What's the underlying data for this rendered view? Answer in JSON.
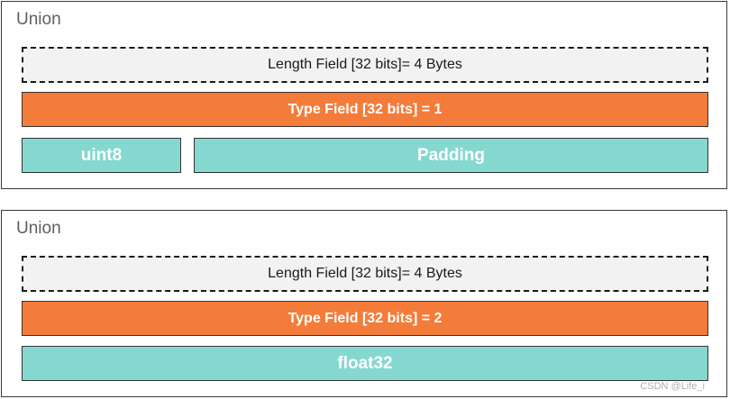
{
  "unions": [
    {
      "title": "Union",
      "length_field": "Length Field [32 bits]= 4 Bytes",
      "type_field": "Type Field [32 bits] = 1",
      "members": [
        "uint8",
        "Padding"
      ]
    },
    {
      "title": "Union",
      "length_field": "Length Field [32 bits]= 4 Bytes",
      "type_field": "Type Field [32 bits] = 2",
      "members": [
        "float32"
      ]
    }
  ],
  "watermark": "CSDN @Life_i",
  "colors": {
    "type_field": "#f47c3a",
    "member": "#85d8cf",
    "length_field": "#f2f2f2",
    "title_text": "#5f5f5f"
  }
}
